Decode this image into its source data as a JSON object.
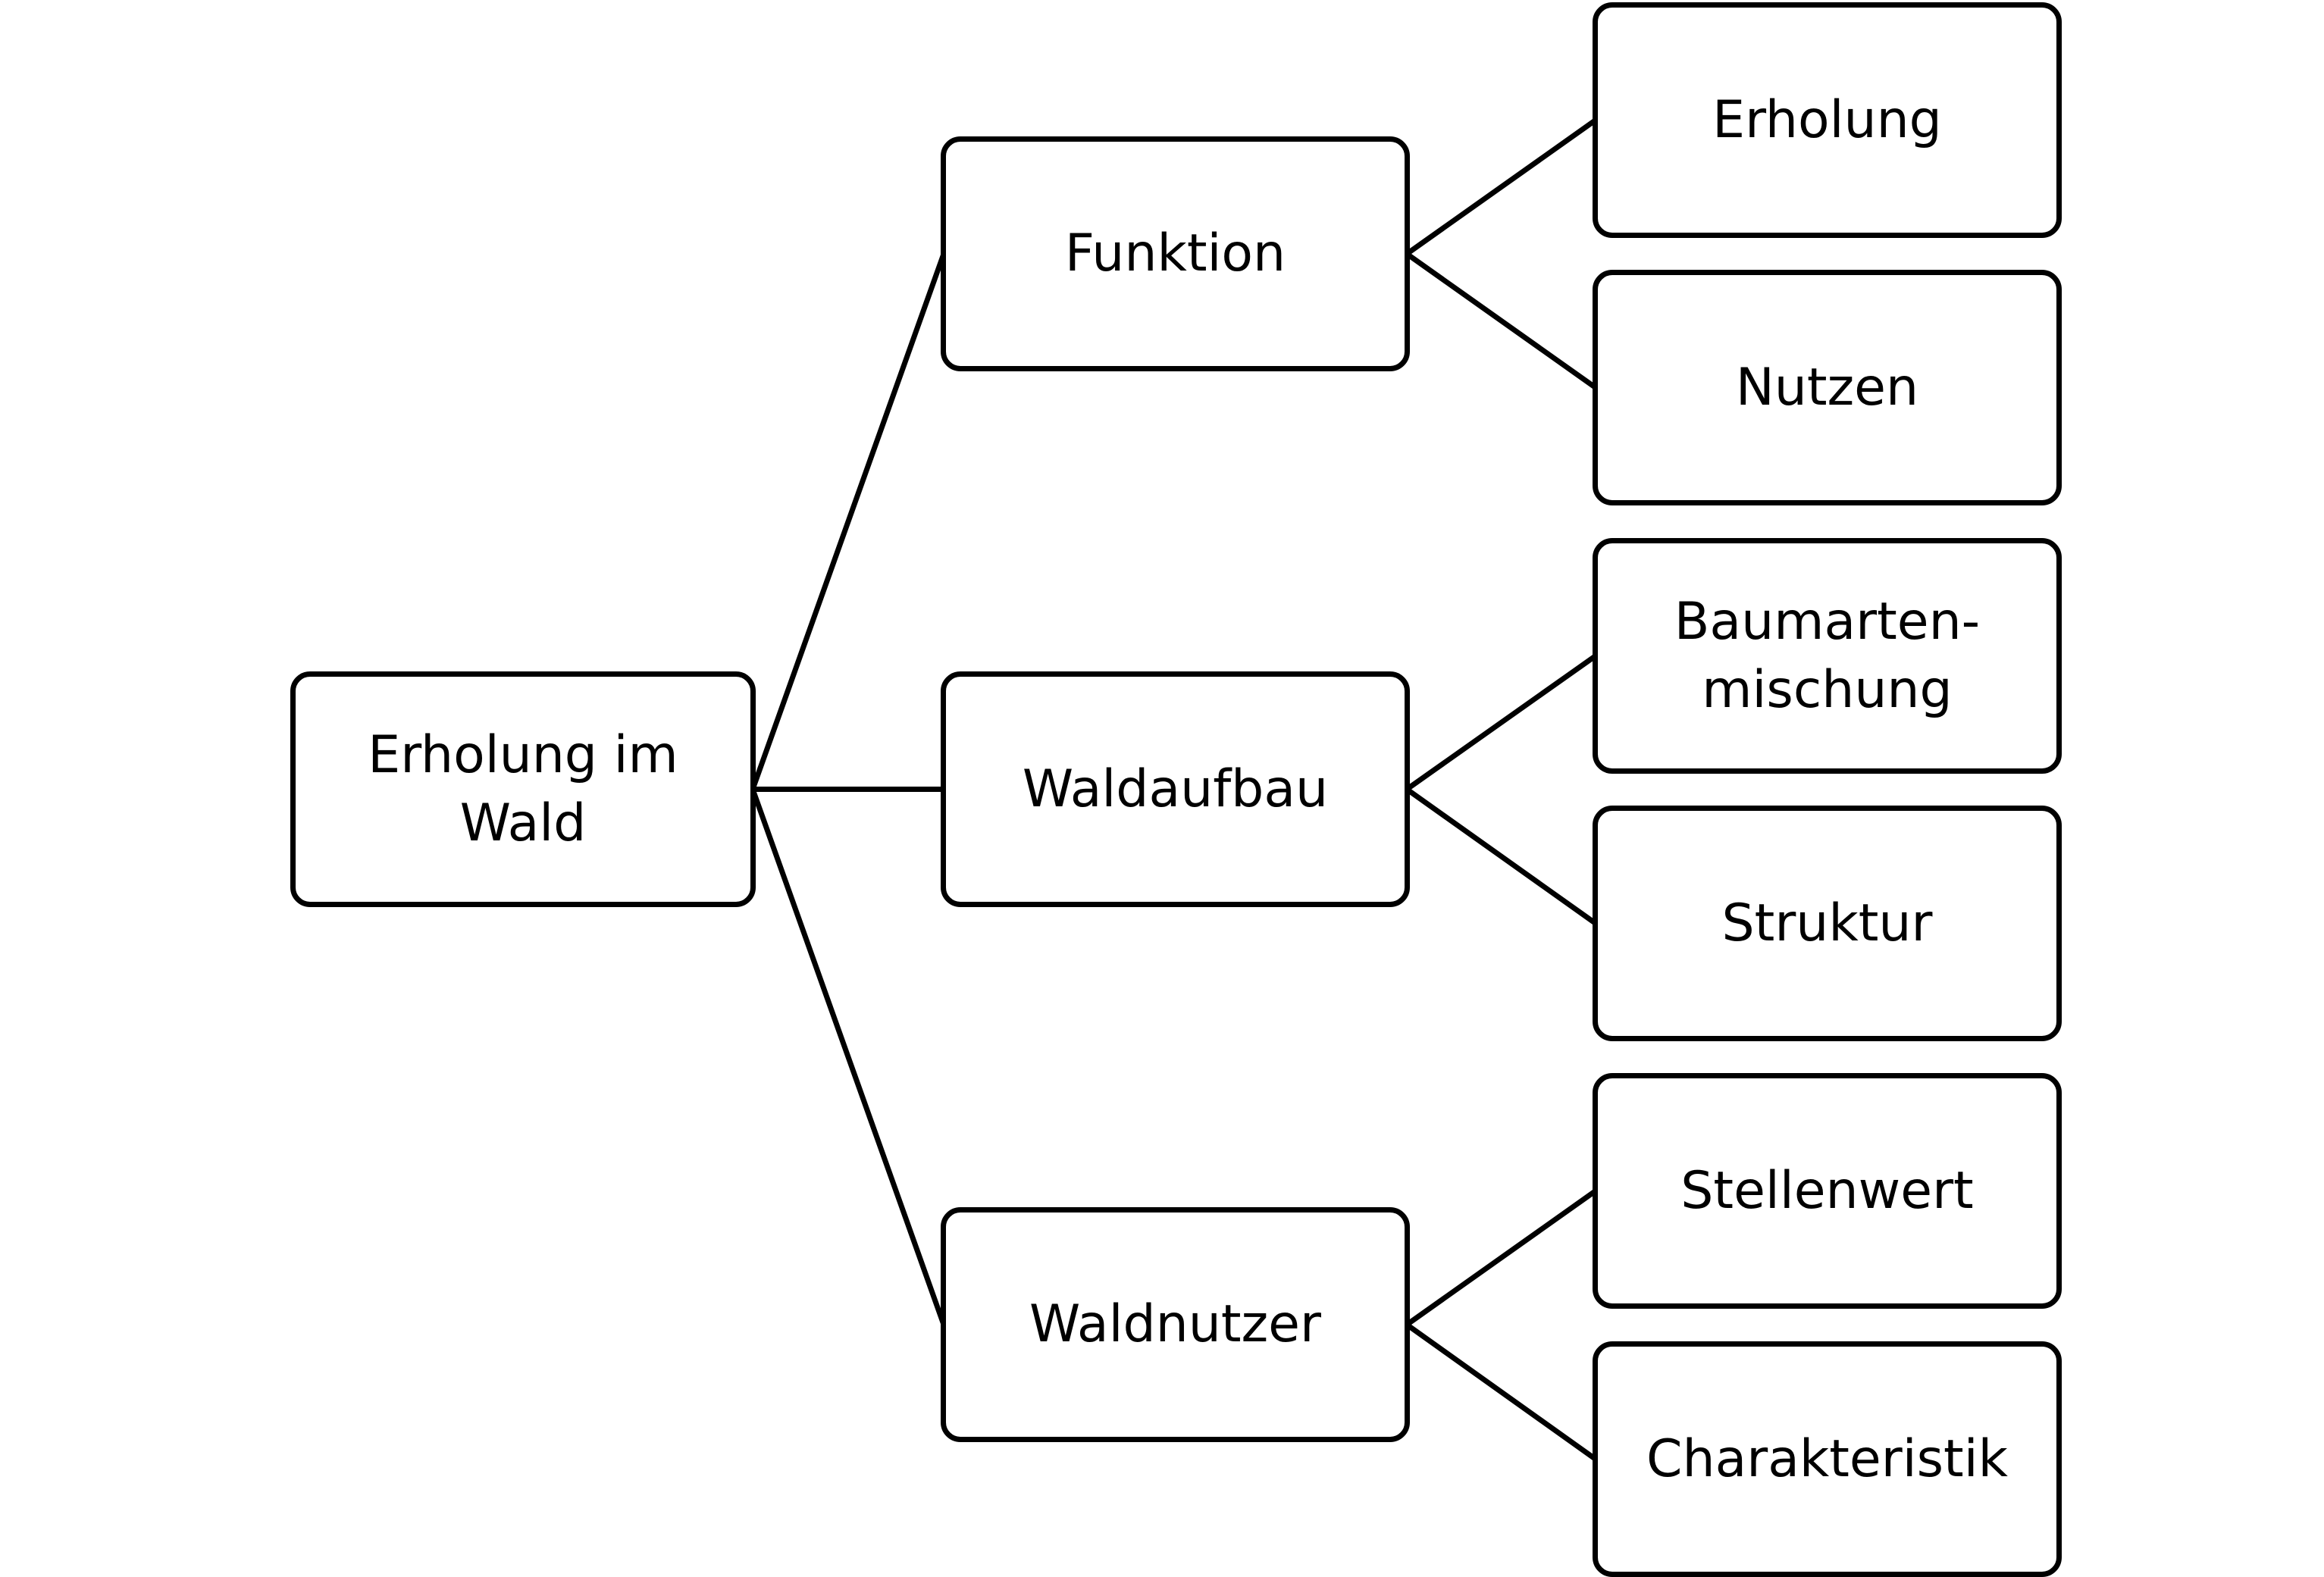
{
  "diagram": {
    "type": "tree",
    "orientation": "left-to-right",
    "root": {
      "id": "root",
      "label": "Erholung im\nWald"
    },
    "branches": [
      {
        "id": "funk",
        "label": "Funktion",
        "children": [
          {
            "id": "erh",
            "label": "Erholung"
          },
          {
            "id": "nutzen",
            "label": "Nutzen"
          }
        ]
      },
      {
        "id": "aufbau",
        "label": "Waldaufbau",
        "children": [
          {
            "id": "baum",
            "label": "Baumarten-\nmischung"
          },
          {
            "id": "strukt",
            "label": "Struktur"
          }
        ]
      },
      {
        "id": "nutzer",
        "label": "Waldnutzer",
        "children": [
          {
            "id": "stell",
            "label": "Stellenwert"
          },
          {
            "id": "char",
            "label": "Charakteristik"
          }
        ]
      }
    ],
    "colors": {
      "stroke": "#000000",
      "fill": "#ffffff",
      "text": "#000000"
    }
  }
}
